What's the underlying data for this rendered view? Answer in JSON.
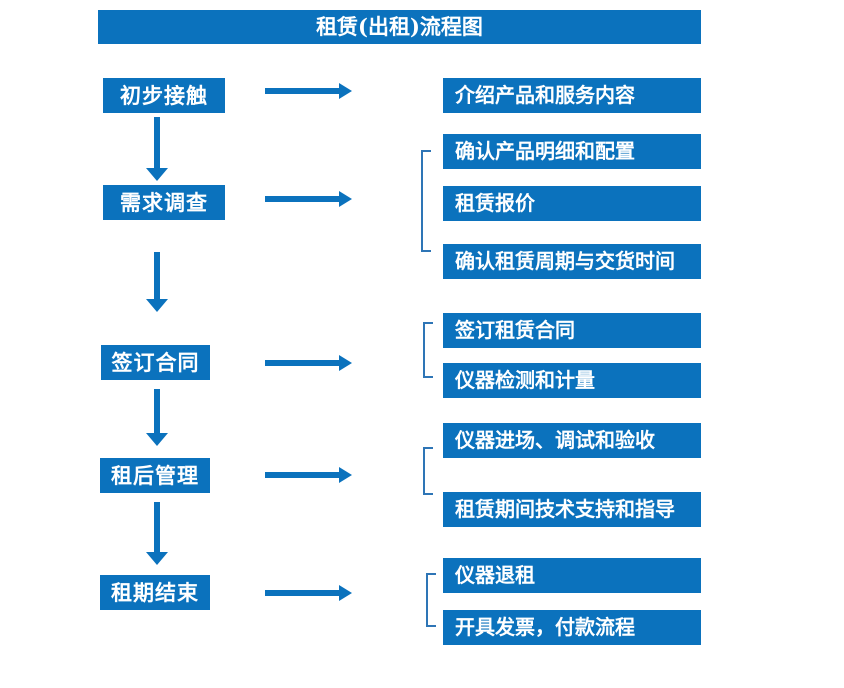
{
  "title": "租赁(出租)流程图",
  "colors": {
    "primary": "#0b72bd",
    "bracket": "#2e75b6",
    "box_text": "#ffffff",
    "page_bg": "#ffffff"
  },
  "steps": [
    {
      "label": "初步接触",
      "details": [
        "介绍产品和服务内容"
      ]
    },
    {
      "label": "需求调查",
      "details": [
        "确认产品明细和配置",
        "租赁报价",
        "确认租赁周期与交货时间"
      ]
    },
    {
      "label": "签订合同",
      "details": [
        "签订租赁合同",
        "仪器检测和计量"
      ]
    },
    {
      "label": "租后管理",
      "details": [
        "仪器进场、调试和验收",
        "租赁期间技术支持和指导"
      ]
    },
    {
      "label": "租期结束",
      "details": [
        "仪器退租",
        "开具发票，付款流程"
      ]
    }
  ]
}
